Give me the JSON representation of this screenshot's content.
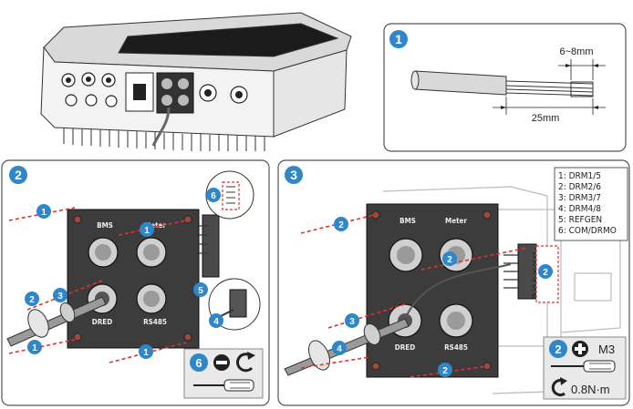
{
  "panel1": {
    "step": "1",
    "strip_inner": "6~8mm",
    "strip_outer": "25mm"
  },
  "panel2": {
    "step": "2",
    "label_bms": "BMS",
    "label_meter": "Meter",
    "label_dred": "DRED",
    "label_rs485": "RS485",
    "arrows": [
      "1",
      "1",
      "1",
      "1",
      "2",
      "3",
      "4",
      "5",
      "6"
    ],
    "tool_step": "6"
  },
  "panel3": {
    "step": "3",
    "label_bms": "BMS",
    "label_meter": "Meter",
    "label_dred": "DRED",
    "label_rs485": "RS485",
    "pin_legend": [
      "1: DRM1/5",
      "2: DRM2/6",
      "3: DRM3/7",
      "4: DRM4/8",
      "5: REFGEN",
      "6: COM/DRMO"
    ],
    "pin_numbers": [
      "1",
      "2",
      "3",
      "4",
      "5",
      "6"
    ],
    "arrows": [
      "2",
      "2",
      "2",
      "3",
      "4",
      "2"
    ],
    "tool_step": "2",
    "screw_size": "M3",
    "torque": "0.8N·m"
  },
  "colors": {
    "callout": "#2f86c8",
    "dash": "#e0322e",
    "frame": "#555555"
  }
}
